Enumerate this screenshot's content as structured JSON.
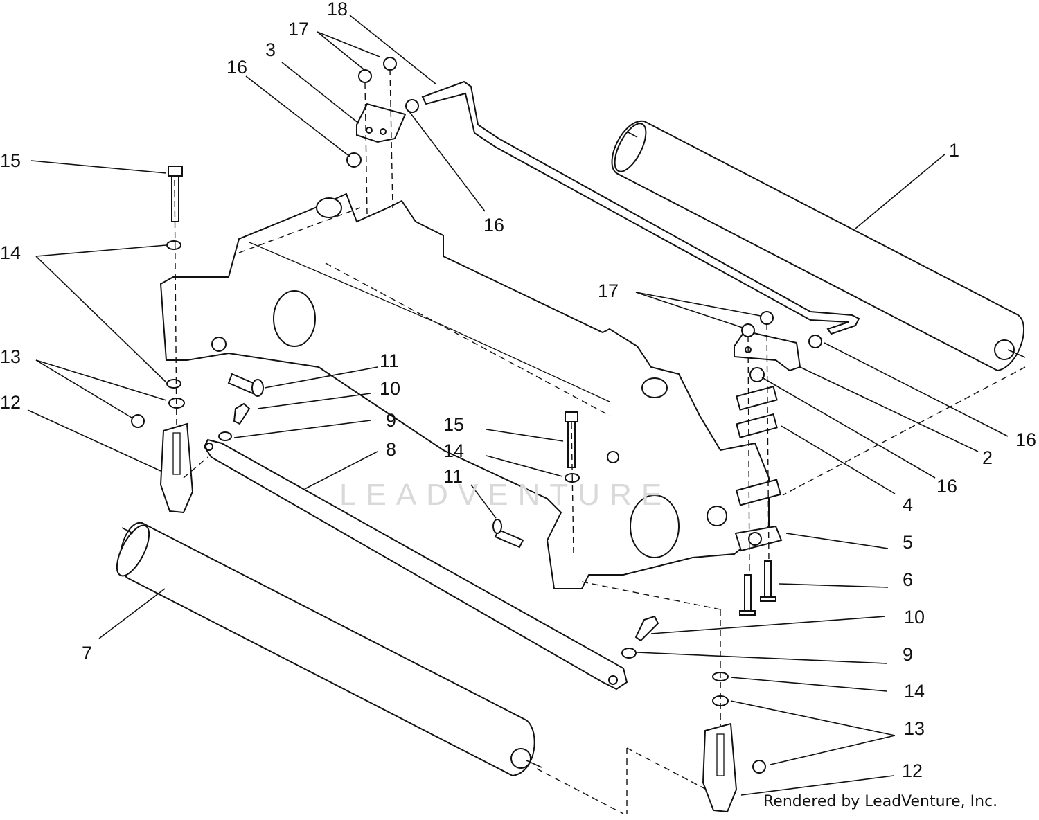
{
  "callouts": [
    {
      "text": "18"
    },
    {
      "text": "17"
    },
    {
      "text": "3"
    },
    {
      "text": "16"
    },
    {
      "text": "15"
    },
    {
      "text": "16"
    },
    {
      "text": "1"
    },
    {
      "text": "14"
    },
    {
      "text": "17"
    },
    {
      "text": "13"
    },
    {
      "text": "11"
    },
    {
      "text": "12"
    },
    {
      "text": "10"
    },
    {
      "text": "9"
    },
    {
      "text": "8"
    },
    {
      "text": "15"
    },
    {
      "text": "16"
    },
    {
      "text": "14"
    },
    {
      "text": "2"
    },
    {
      "text": "11"
    },
    {
      "text": "16"
    },
    {
      "text": "4"
    },
    {
      "text": "5"
    },
    {
      "text": "6"
    },
    {
      "text": "7"
    },
    {
      "text": "10"
    },
    {
      "text": "9"
    },
    {
      "text": "14"
    },
    {
      "text": "13"
    },
    {
      "text": "12"
    }
  ],
  "watermark": "LEADVENTURE",
  "credit": "Rendered by LeadVenture, Inc."
}
